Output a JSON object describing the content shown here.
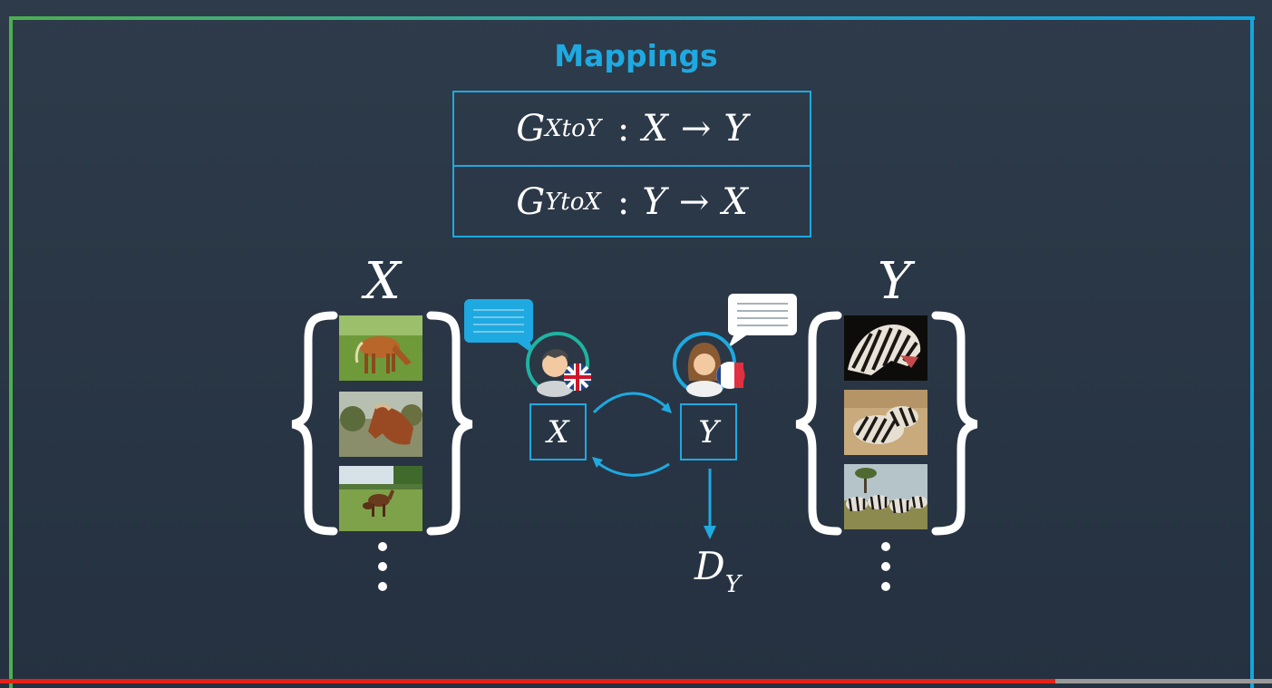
{
  "title": "Mappings",
  "mappings": [
    {
      "g": "G",
      "sub": "XtoY",
      "from": "X",
      "to": "Y"
    },
    {
      "g": "G",
      "sub": "YtoX",
      "from": "Y",
      "to": "X"
    }
  ],
  "arrow_symbol": "→",
  "colon_symbol": ":",
  "domain_x": {
    "label": "X",
    "images": [
      "horse-grazing-image",
      "horse-head-image",
      "horses-in-field-image"
    ]
  },
  "domain_y": {
    "label": "Y",
    "images": [
      "zebra-head-image",
      "zebras-lying-image",
      "zebra-herd-image"
    ]
  },
  "nodes": {
    "x": "X",
    "y": "Y"
  },
  "discriminator": {
    "d": "D",
    "sub": "Y"
  },
  "speakers": {
    "left_flag": "uk-flag-icon",
    "right_flag": "france-flag-icon"
  },
  "colors": {
    "accent": "#1ea9e1",
    "frame_left": "#4caf50",
    "frame_right": "#12a6dd",
    "background": "#2b3745"
  },
  "video_progress": 0.83
}
